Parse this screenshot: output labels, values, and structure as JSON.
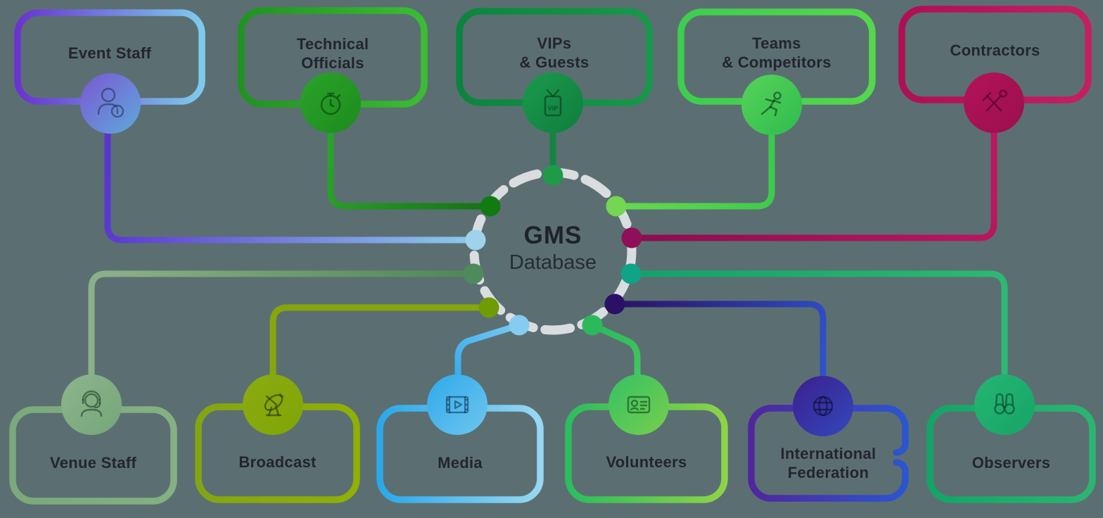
{
  "background_color": "#5b6f72",
  "ring": {
    "color": "#d9dde0",
    "description": "dashed circle around database hub"
  },
  "center": {
    "title": "GMS",
    "subtitle": "Database"
  },
  "icons": {
    "vip_text": "VIP"
  },
  "groups": [
    {
      "name": "event-staff",
      "line1": "Event Staff",
      "line2": "",
      "icon": "person-badge-icon",
      "color_start": "#6a34cf",
      "color_end": "#7ecaec",
      "dot_color": "#9fd2ec"
    },
    {
      "name": "technical-officials",
      "line1": "Technical",
      "line2": "Officials",
      "icon": "stopwatch-icon",
      "color_start": "#209221",
      "color_end": "#3bbd33",
      "dot_color": "#117b11"
    },
    {
      "name": "vips-guests",
      "line1": "VIPs",
      "line2": "& Guests",
      "icon": "vip-pass-icon",
      "color_start": "#0d8340",
      "color_end": "#17984a",
      "dot_color": "#1f9b48"
    },
    {
      "name": "teams-competitors",
      "line1": "Teams",
      "line2": "& Competitors",
      "icon": "runner-icon",
      "color_start": "#3ecd4e",
      "color_end": "#55d74d",
      "dot_color": "#74d653"
    },
    {
      "name": "contractors",
      "line1": "Contractors",
      "line2": "",
      "icon": "tools-icon",
      "color_start": "#ae0f55",
      "color_end": "#c51f63",
      "dot_color": "#8f0f58"
    },
    {
      "name": "venue-staff",
      "line1": "Venue Staff",
      "line2": "",
      "icon": "headset-person-icon",
      "color_start": "#7aa97c",
      "color_end": "#85b083",
      "dot_color": "#4e8a5c"
    },
    {
      "name": "broadcast",
      "line1": "Broadcast",
      "line2": "",
      "icon": "satellite-dish-icon",
      "color_start": "#84a513",
      "color_end": "#90b004",
      "dot_color": "#6f9b05"
    },
    {
      "name": "media",
      "line1": "Media",
      "line2": "",
      "icon": "film-strip-icon",
      "color_start": "#2ba8e9",
      "color_end": "#98d7f1",
      "dot_color": "#86ccf0"
    },
    {
      "name": "volunteers",
      "line1": "Volunteers",
      "line2": "",
      "icon": "id-card-icon",
      "color_start": "#2cbd5e",
      "color_end": "#8ed348",
      "dot_color": "#2cb95c"
    },
    {
      "name": "international-federation",
      "line1": "International",
      "line2": "Federation",
      "icon": "globe-icon",
      "color_start": "#50269e",
      "color_end": "#2c55cf",
      "dot_color": "#2a1165"
    },
    {
      "name": "observers",
      "line1": "Observers",
      "line2": "",
      "icon": "binoculars-icon",
      "color_start": "#13a567",
      "color_end": "#2cb572",
      "dot_color": "#0da487"
    }
  ]
}
